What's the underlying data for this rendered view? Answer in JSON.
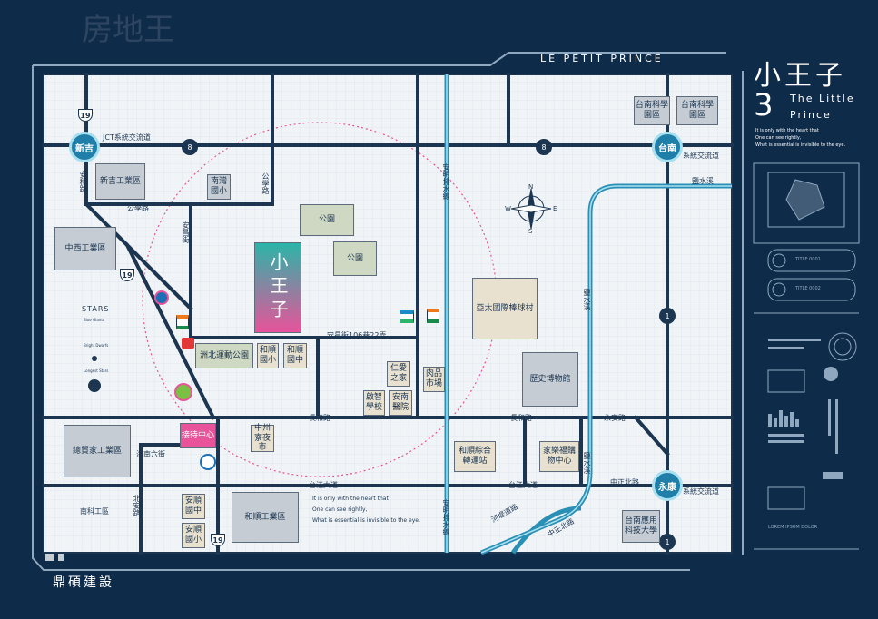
{
  "brand": {
    "title_cn": "小王子",
    "number": "3",
    "title_en_1": "The Little",
    "title_en_2": "Prince",
    "tagline_top": "LE PETIT PRINCE",
    "developer": "鼎碩建設"
  },
  "quote": {
    "line1": "It is only with the heart that",
    "line2": "One can see rightly,",
    "line3": "What is essential is invisible to the eye."
  },
  "project": {
    "name": "小王子",
    "reception": "接待中心"
  },
  "circles": {
    "xinji": "新吉",
    "tainan": "台南",
    "yongkang": "永康"
  },
  "shields": {
    "n19a": "19",
    "n19b": "19",
    "n19c": "19",
    "n8a": "8",
    "n8b": "8",
    "n1a": "1",
    "n1b": "1"
  },
  "roads": {
    "jct": "JCT系統交流道",
    "anhe_road_v": "安和路",
    "gongxue_h": "公學路",
    "gongxue_v": "公學路",
    "anchang": "安昌街",
    "anchang_lane": "安昌街106巷22弄",
    "changhe_1": "長和路",
    "changhe_2": "長和路",
    "yongan": "永安路",
    "taijiang_1": "台江大道",
    "taijiang_2": "台江大道",
    "anming": "安明排水線",
    "anming_2": "安明排水線",
    "beian": "北安路",
    "hainan6": "海南六街",
    "nanke": "南科工區",
    "yanshui": "鹽水溪",
    "yanshui_v": "鹽水溪",
    "yanshui_3": "鹽水溪",
    "zhongzheng_n": "中正北路",
    "zhongzheng": "中正北路",
    "heli": "河堤道路",
    "tainan_ic": "系統交流道",
    "yk_ic": "系統交流道"
  },
  "places": {
    "xinji_ind": "新吉工業區",
    "zhongxi_ind": "中西工業區",
    "zongmao_ind": "總貿家工業區",
    "hexun_ind": "和順工業區",
    "nanwan_school": "南灣國小",
    "park1": "公園",
    "park2": "公園",
    "zhoubei_park": "洲北運動公園",
    "heshun_elem": "和順國小",
    "heshun_mid": "和順國中",
    "renai": "仁愛之家",
    "renai_school": "啟智學校",
    "annan_hosp": "安南醫院",
    "roupin": "肉品市場",
    "baseball": "亞太國際棒球村",
    "museum": "歷史博物館",
    "heshun_station": "和順綜合轉運站",
    "mall": "家樂福購物中心",
    "anshun_mid": "安順國中",
    "anshun_elem": "安順國小",
    "nightmarket": "中州寮夜市",
    "tnsci1": "台南科學園區",
    "tnsci2": "台南科學園區",
    "tnapplied": "台南應用科技大學"
  },
  "stars": {
    "title": "STARS",
    "s1": "Blue Giants",
    "s2": "Bright Dwarfs",
    "s3": "Longest Stars"
  },
  "hud": {
    "title_a": "TITLE 0001",
    "title_b": "TITLE 0002",
    "label_c": "LOREM IPSUM DOLOR"
  },
  "compass": {
    "n": "N",
    "s": "S",
    "e": "E",
    "w": "W"
  },
  "watermark": "房地王",
  "colors": {
    "navy": "#0f2b4a",
    "pink": "#e8539a",
    "teal": "#2a8fb5",
    "road": "#1c3550"
  }
}
